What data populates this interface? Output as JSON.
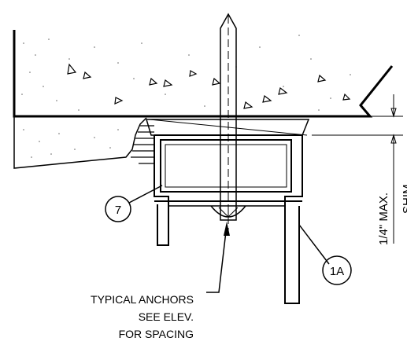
{
  "callouts": {
    "item_7": "7",
    "item_1a": "1A"
  },
  "notes": {
    "anchor_line1": "TYPICAL ANCHORS",
    "anchor_line2": "SEE ELEV.",
    "anchor_line3": "FOR SPACING"
  },
  "dimensions": {
    "shim_max": "1/4\" MAX.",
    "shim_label": "SHIM"
  },
  "colors": {
    "line": "#000000",
    "background": "#ffffff"
  }
}
